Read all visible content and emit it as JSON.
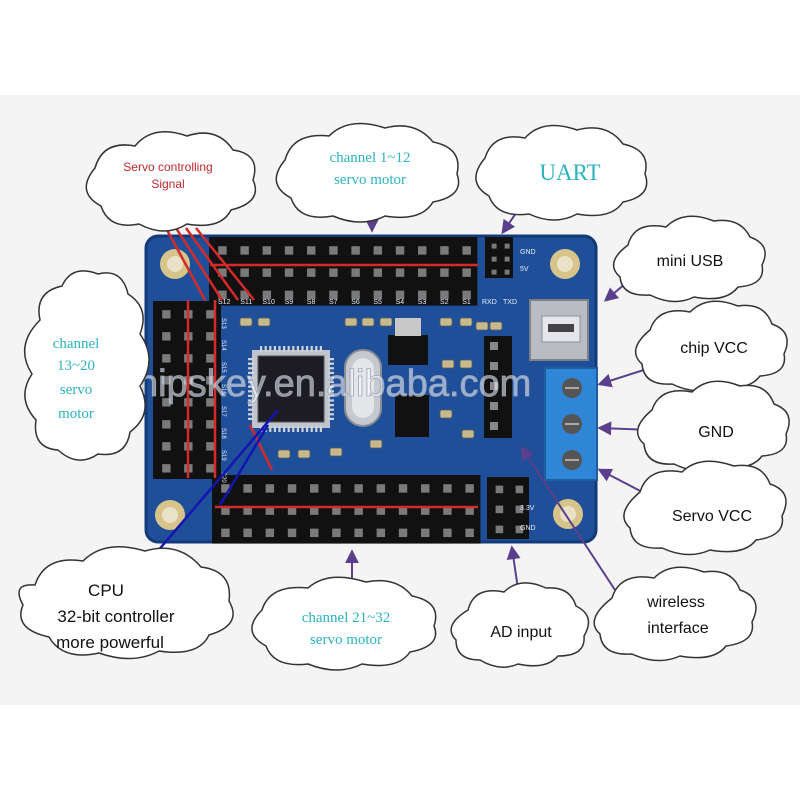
{
  "colors": {
    "board": "#1f4f99",
    "board_edge": "#133a78",
    "header_pin": "#1a1a1a",
    "red_line": "#d42a2a",
    "blue_line": "#1414b4",
    "arrow": "#5b3f8c",
    "cloud_text_teal": "#2bb3c0",
    "cloud_text_dark": "#111111",
    "cloud_text_red": "#c0282d",
    "terminal_blue": "#2f86d6",
    "watermark": "#cfd6e4"
  },
  "watermark": "chipskey.en.alibaba.com",
  "callouts": {
    "servo_signal": {
      "line1": "Servo controlling",
      "line2": "Signal"
    },
    "channel_1_12": {
      "line1": "channel 1~12",
      "line2": "servo motor"
    },
    "uart": {
      "label": "UART"
    },
    "mini_usb": {
      "label": "mini USB"
    },
    "channel_13_20": {
      "line1": "channel",
      "line2": "13~20",
      "line3": "servo",
      "line4": "motor"
    },
    "chip_vcc": {
      "label": "chip VCC"
    },
    "gnd": {
      "label": "GND"
    },
    "servo_vcc": {
      "label": "Servo VCC"
    },
    "cpu": {
      "line1": "CPU",
      "line2": "32-bit controller",
      "line3": "more powerful"
    },
    "channel_21_32": {
      "line1": "channel 21~32",
      "line2": "servo motor"
    },
    "ad_input": {
      "label": "AD input"
    },
    "wireless": {
      "line1": "wireless",
      "line2": "interface"
    }
  },
  "board_labels": {
    "top_row": [
      "S12",
      "S11",
      "S10",
      "S9",
      "S8",
      "S7",
      "S6",
      "S5",
      "S4",
      "S3",
      "S2",
      "S1"
    ],
    "uart_pins": [
      "RXD",
      "TXD"
    ],
    "uart_side": [
      "GND",
      "5V"
    ],
    "left_col": [
      "S13",
      "S14",
      "S15",
      "S16",
      "S17",
      "S18",
      "S19",
      "S20"
    ],
    "bottom_side": [
      "3.3V",
      "GND"
    ]
  }
}
